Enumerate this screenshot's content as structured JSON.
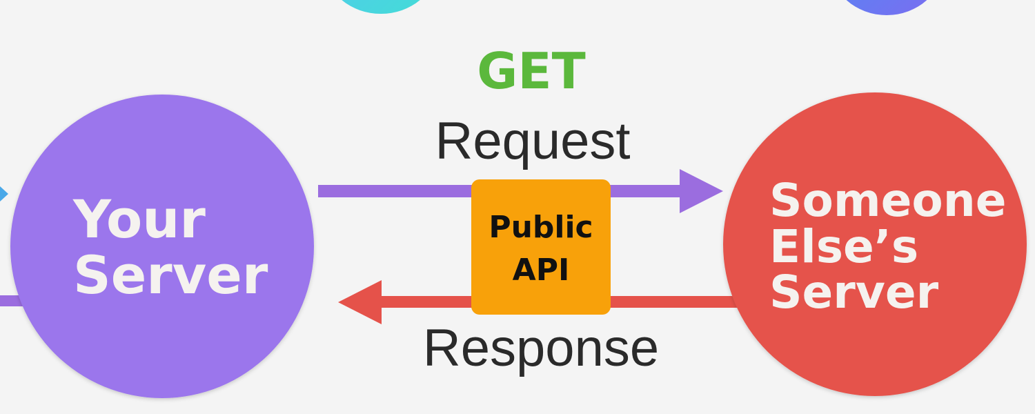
{
  "method": {
    "label": "GET",
    "color": "#5bb83c"
  },
  "request": {
    "label": "Request",
    "color": "#9b6ddf"
  },
  "response": {
    "label": "Response",
    "color": "#e5524a"
  },
  "public_api": {
    "line1": "Public",
    "line2": "API",
    "color": "#f8a10a"
  },
  "your_server": {
    "line1": "Your",
    "line2": "Server",
    "color": "#9b76ec"
  },
  "someone_else_server": {
    "line1": "Someone",
    "line2": "Else’s",
    "line3": "Server",
    "color": "#e5534b"
  },
  "text_colors": {
    "label_dark": "#2a2a2a",
    "node_text": "#f5f2ef",
    "api_text": "#111111"
  }
}
